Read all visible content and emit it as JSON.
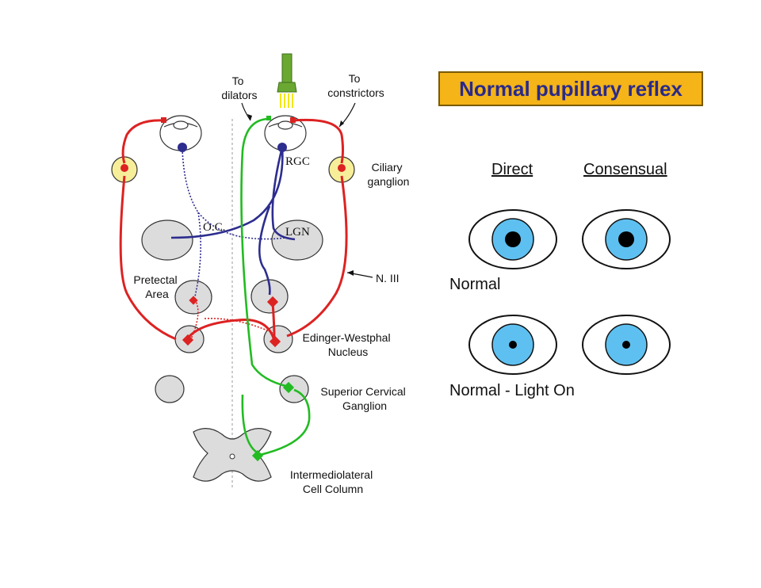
{
  "title": "Normal pupillary reflex",
  "columns": {
    "direct": "Direct",
    "consensual": "Consensual"
  },
  "rows": {
    "normal": "Normal",
    "light_on": "Normal - Light On"
  },
  "labels": {
    "to_dilators": "To\ndilators",
    "to_constrictors": "To\nconstrictors",
    "rgc": "RGC",
    "ciliary_ganglion": "Ciliary\nganglion",
    "oc": "O.C.",
    "lgn": "LGN",
    "n3": "N. III",
    "pretectal": "Pretectal\nArea",
    "edinger": "Edinger-Westphal\nNucleus",
    "scg": "Superior Cervical\nGanglion",
    "imlcc": "Intermediolateral\nCell Column"
  },
  "colors": {
    "parasympathetic": "#dd2222",
    "afferent": "#2d2d8f",
    "sympathetic": "#22bb22",
    "nucleus_fill": "#dcdcdc",
    "ganglion_fill": "#f7ee9a",
    "iris": "#5ec0f0",
    "title_bg": "#f5b417",
    "title_text": "#2a2a8a"
  }
}
